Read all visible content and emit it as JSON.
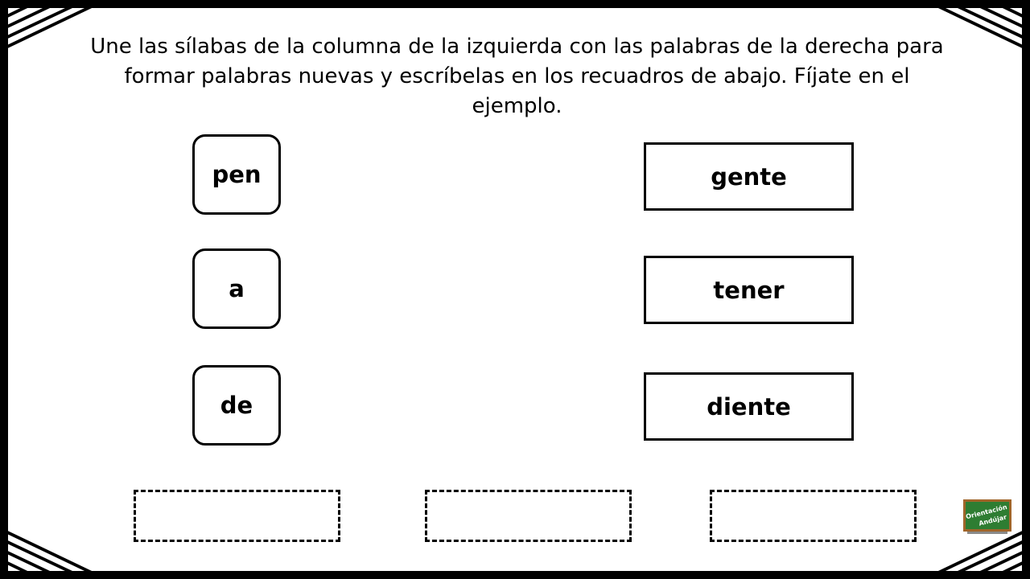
{
  "instructions": "Une las sílabas de la columna de la izquierda con las palabras de la derecha para formar palabras nuevas y escríbelas en los recuadros de abajo. Fíjate en el ejemplo.",
  "syllables": [
    "pen",
    "a",
    "de"
  ],
  "words": [
    "gente",
    "tener",
    "diente"
  ],
  "answers": [
    "",
    "",
    ""
  ],
  "logo": {
    "icon": "chalkboard-logo-icon",
    "line1": "Orientación",
    "line2": "Andújar"
  },
  "colors": {
    "border": "#000000",
    "background": "#ffffff",
    "logo_board": "#2e7d32",
    "logo_frame": "#a0652a"
  }
}
